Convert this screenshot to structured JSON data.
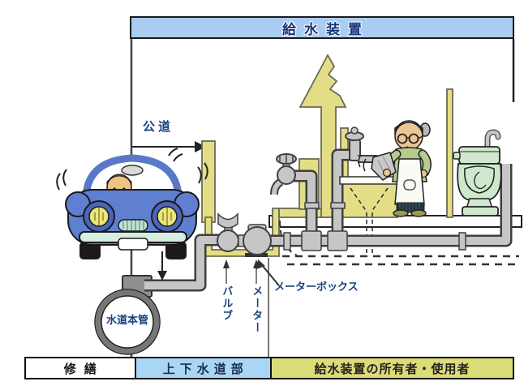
{
  "title": {
    "text": "給水装置"
  },
  "diagram_labels": {
    "public_road": "公道",
    "water_main": "水道本管",
    "valve": "バルブ",
    "meter": "メーター",
    "meter_box": "メーターボックス"
  },
  "footer": {
    "cells": [
      {
        "label": "修繕"
      },
      {
        "label": "上下水道部"
      },
      {
        "label": "給水装置の所有者・使用者"
      }
    ]
  },
  "colors": {
    "banner_bg": "#abccf2",
    "banner_text": "#16337a",
    "label_text": "#17417f",
    "boundary_yellow": "#e3de85",
    "footer_department_bg": "#aad6f6",
    "footer_owner_bg": "#dcdc78",
    "pipe_gray": "#c6c6c6",
    "car_blue": "#5f7fd0",
    "toilet_green": "#cfe8cd"
  },
  "illustration": {
    "elements": [
      "car",
      "water-main",
      "supply-pipe",
      "valve",
      "water-meter",
      "meter-box",
      "outdoor-faucet",
      "sink-faucet",
      "sink",
      "person-washing",
      "toilet",
      "upward-arrow",
      "public-road-arrow",
      "boundary-line"
    ]
  }
}
